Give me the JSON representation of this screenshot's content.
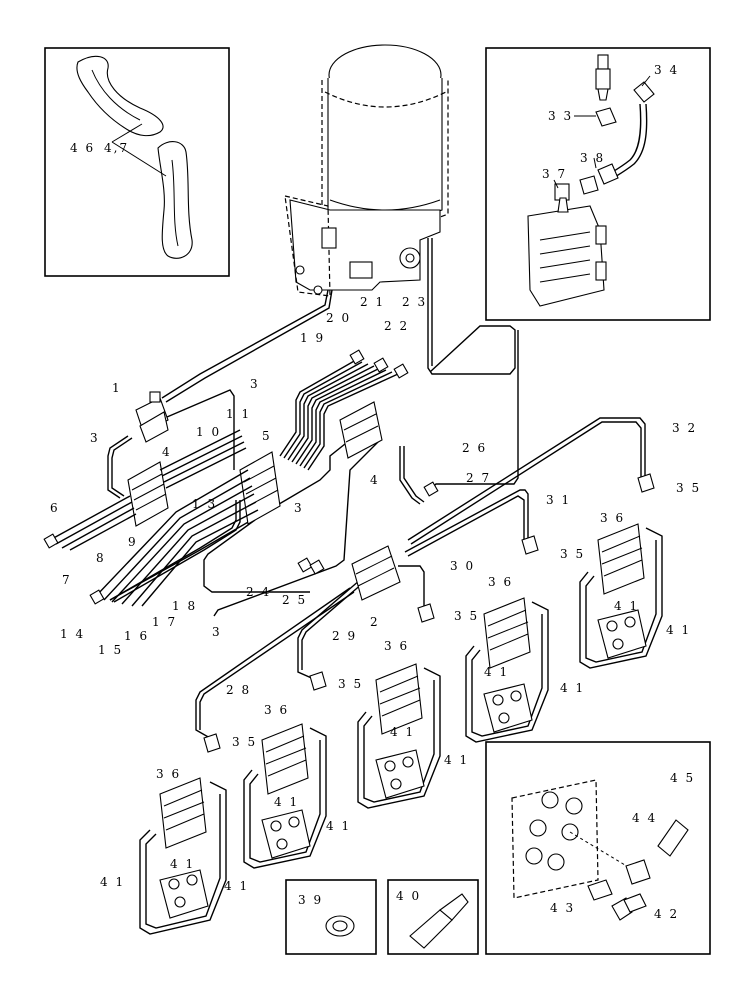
{
  "callouts": {
    "c1": "1",
    "c2": "2",
    "c3": "3",
    "c4": "4",
    "c5": "5",
    "c6": "6",
    "c7": "7",
    "c8": "8",
    "c9": "9",
    "c10": "1 0",
    "c11": "1 1",
    "c13": "1 3",
    "c14": "1 4",
    "c15": "1 5",
    "c16": "1 6",
    "c17": "1 7",
    "c18": "1 8",
    "c19": "1 9",
    "c20": "2 0",
    "c21": "2 1",
    "c22": "2 2",
    "c23": "2 3",
    "c24": "2 4",
    "c25": "2 5",
    "c26": "2 6",
    "c27": "2 7",
    "c28": "2 8",
    "c29": "2 9",
    "c30": "3 0",
    "c31": "3 1",
    "c32": "3 2",
    "c33": "3 3",
    "c34": "3 4",
    "c35": "3 5",
    "c36": "3 6",
    "c37": "3 7",
    "c38": "3 8",
    "c39": "3 9",
    "c40": "4 0",
    "c41": "4 1",
    "c42": "4 2",
    "c43": "4 3",
    "c44": "4 4",
    "c45": "4 5",
    "c46": "4 6",
    "c467": "4,7"
  }
}
